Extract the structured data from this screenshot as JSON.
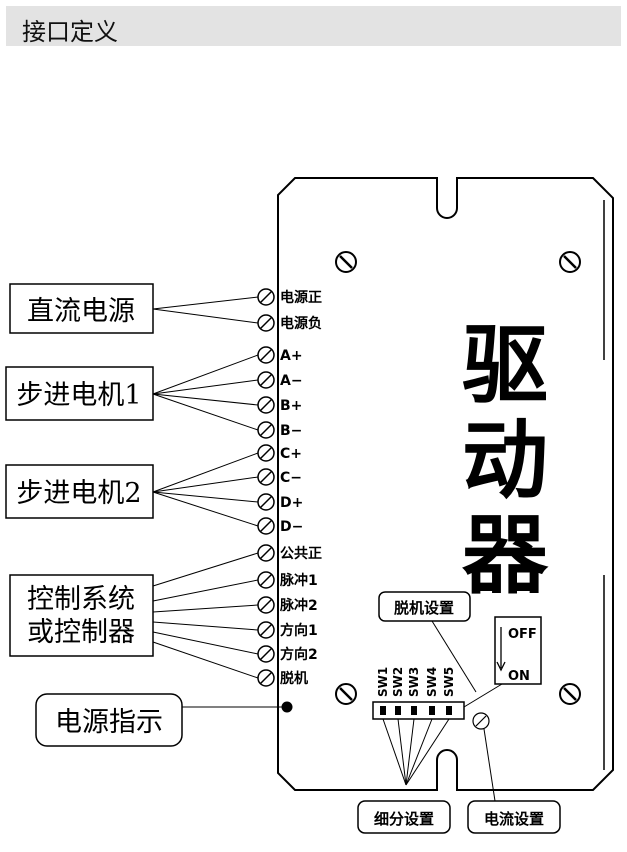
{
  "header": {
    "title": "接口定义"
  },
  "device": {
    "title_chars": [
      "驱",
      "动",
      "器"
    ]
  },
  "terminals": [
    "电源正",
    "电源负",
    "A+",
    "A−",
    "B+",
    "B−",
    "C+",
    "C−",
    "D+",
    "D−",
    "公共正",
    "脉冲1",
    "脉冲2",
    "方向1",
    "方向2",
    "脱机"
  ],
  "groups": {
    "dc_power": "直流电源",
    "motor1": "步进电机1",
    "motor2": "步进电机2",
    "control_line1": "控制系统",
    "control_line2": "或控制器",
    "power_indicator": "电源指示"
  },
  "switches": {
    "labels": [
      "SW1",
      "SW2",
      "SW3",
      "SW4",
      "SW5"
    ],
    "off": "OFF",
    "on": "ON"
  },
  "callouts": {
    "offline_setting": "脱机设置",
    "microstep_setting": "细分设置",
    "current_setting": "电流设置"
  }
}
